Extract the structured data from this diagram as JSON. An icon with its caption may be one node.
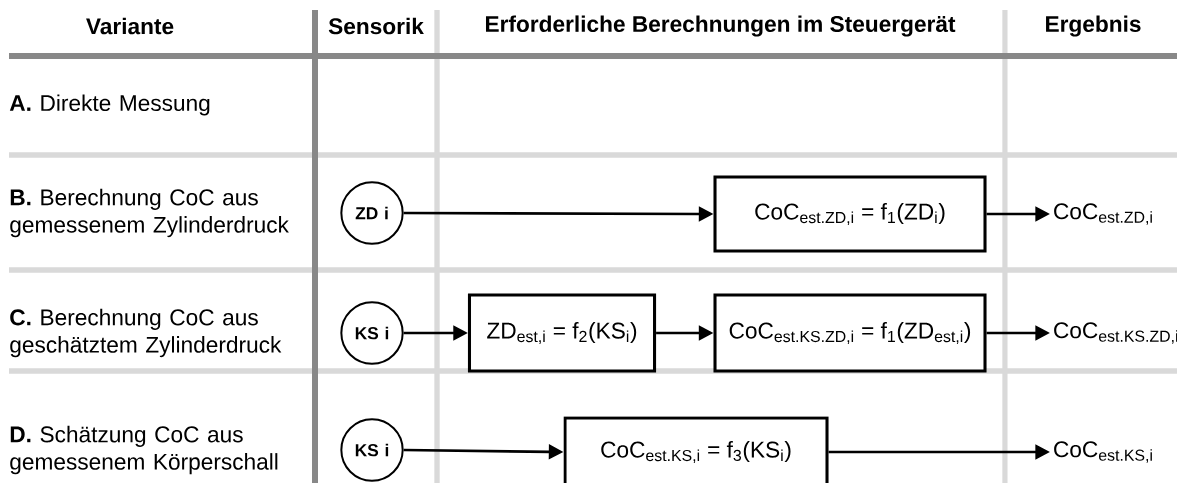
{
  "diagram": {
    "nodes": [
      {
        "text": [
          "ZD i"
        ]
      },
      {
        "text": [
          "CoC$_{est.ZD,i}$ = f$_{1}$(ZD$_{i}$)"
        ]
      },
      {
        "text": [
          "CoC$_{est.ZD,i}$"
        ]
      },
      {
        "text": [
          "KS i"
        ]
      },
      {
        "text": [
          "ZD$_{est,i}$ = f$_{2}$(KS$_{i}$)"
        ]
      },
      {
        "text": [
          "CoC$_{est.KS.ZD,i}$ = f$_{1}$(ZD$_{est,i}$)"
        ]
      },
      {
        "text": [
          "CoC$_{est.KS.ZD,i}$"
        ]
      },
      {
        "text": [
          "KS i"
        ]
      },
      {
        "text": [
          "CoC$_{est.KS,i}$ = f$_{3}$(KS$_{i}$)"
        ]
      },
      {
        "text": [
          "CoC$_{est.KS,i}$"
        ]
      }
    ],
    "edges": [
      {
        "from": 0,
        "to": 1,
        "arrow": "to"
      },
      {
        "from": 1,
        "to": 2,
        "arrow": "to"
      },
      {
        "from": 3,
        "to": 4,
        "arrow": "to"
      },
      {
        "from": 4,
        "to": 5,
        "arrow": "to"
      },
      {
        "from": 5,
        "to": 6,
        "arrow": "to"
      },
      {
        "from": 7,
        "to": 8,
        "arrow": "to"
      },
      {
        "from": 8,
        "to": 9,
        "arrow": "to"
      }
    ],
    "labels": [
      "Variante",
      "Sensorik",
      "Erforderliche Berechnungen im Steuergerät",
      "Ergebnis",
      "**A.** Direkte Messung",
      "**B.** Berechnung CoC aus gemessenem Zylinderdruck",
      "**C.** Berechnung CoC aus geschätztem Zylinderdruck",
      "**D.** Schätzung CoC aus gemessenem Körperschall"
    ]
  }
}
